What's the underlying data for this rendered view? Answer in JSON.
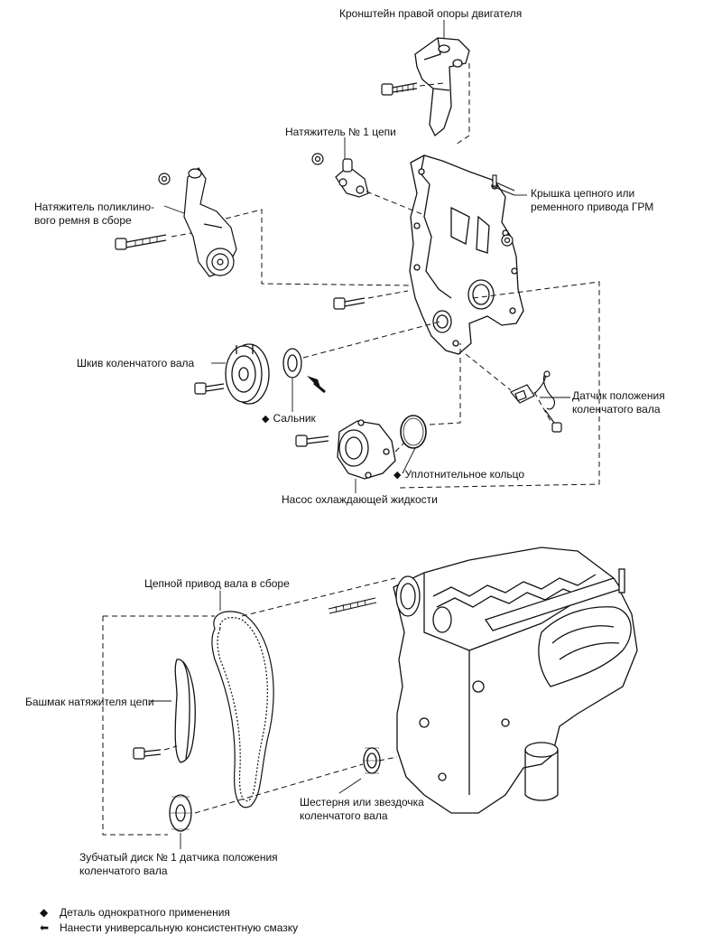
{
  "labels": {
    "mount_bracket": "Кронштейн правой опоры двигателя",
    "chain_tensioner": "Натяжитель № 1 цепи",
    "belt_tensioner_l1": "Натяжитель поликлино-",
    "belt_tensioner_l2": "вого ремня в сборе",
    "cover_l1": "Крышка цепного или",
    "cover_l2": "ременного привода ГРМ",
    "crank_pulley": "Шкив коленчатого вала",
    "oil_seal": "Сальник",
    "ckp_sensor_l1": "Датчик положения",
    "ckp_sensor_l2": "коленчатого вала",
    "o_ring": "Уплотнительное кольцо",
    "water_pump": "Насос охлаждающей жидкости",
    "chain_assy": "Цепной привод вала в сборе",
    "tensioner_shoe": "Башмак натяжителя цепи",
    "crank_gear_l1": "Шестерня или звездочка",
    "crank_gear_l2": "коленчатого вала",
    "timing_plate_l1": "Зубчатый диск № 1 датчика положения",
    "timing_plate_l2": "коленчатого вала"
  },
  "legend": {
    "non_reusable": "Деталь однократного применения",
    "grease": "Нанести универсальную консистентную смазку"
  },
  "icons": {
    "diamond": "◆",
    "arrow": "⬅"
  }
}
